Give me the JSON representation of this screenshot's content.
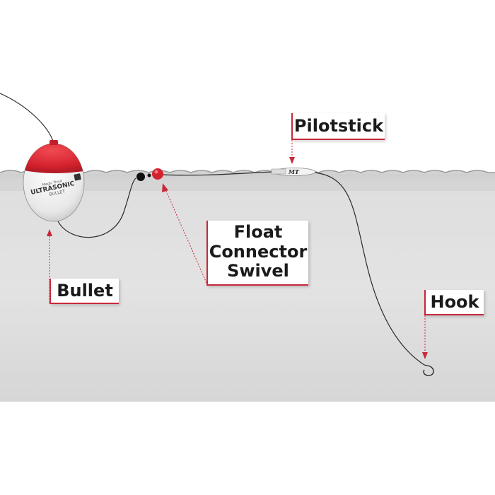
{
  "labels": {
    "pilotstick": "Pilotstick",
    "connector": [
      "Float",
      "Connector",
      "Swivel"
    ],
    "bullet": "Bullet",
    "hook": "Hook"
  },
  "float_brand": {
    "small": "Magic Trout",
    "main": "ULTRASONIC",
    "sub": "BULLET"
  },
  "pilotstick_brand": "MT",
  "colors": {
    "water": "#dcdcdc",
    "water_edge": "#bdbdbd",
    "accent": "#c8283a",
    "float_red": "#d3222e",
    "line": "#2a2a2a",
    "label_text": "#1a1a1a"
  }
}
